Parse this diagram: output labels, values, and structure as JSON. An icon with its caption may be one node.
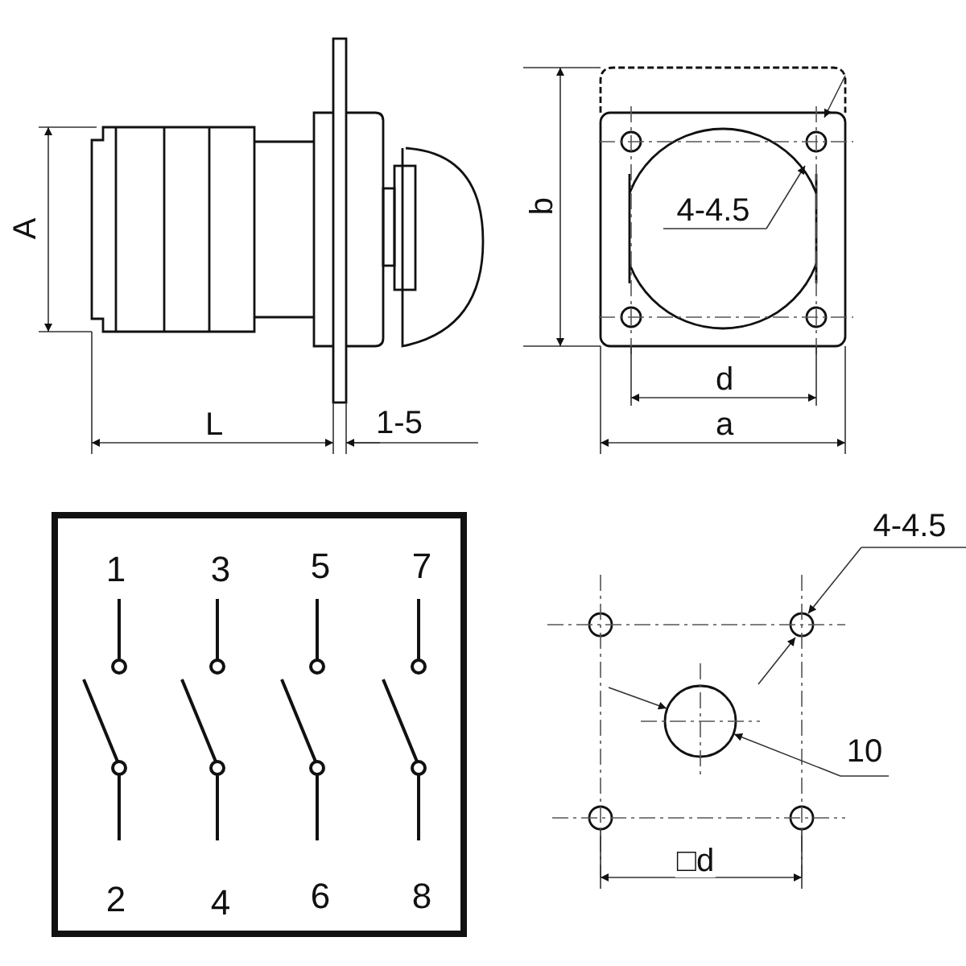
{
  "diagram": {
    "nodes": [
      {
        "text": [
          "1",
          "3",
          "5",
          "7",
          "2",
          "4",
          "6",
          "8"
        ]
      }
    ],
    "labels": [
      "A",
      "L",
      "1-5",
      "b",
      "4-4.5",
      "d",
      "a",
      "4-4.5",
      "10",
      "□d"
    ]
  }
}
